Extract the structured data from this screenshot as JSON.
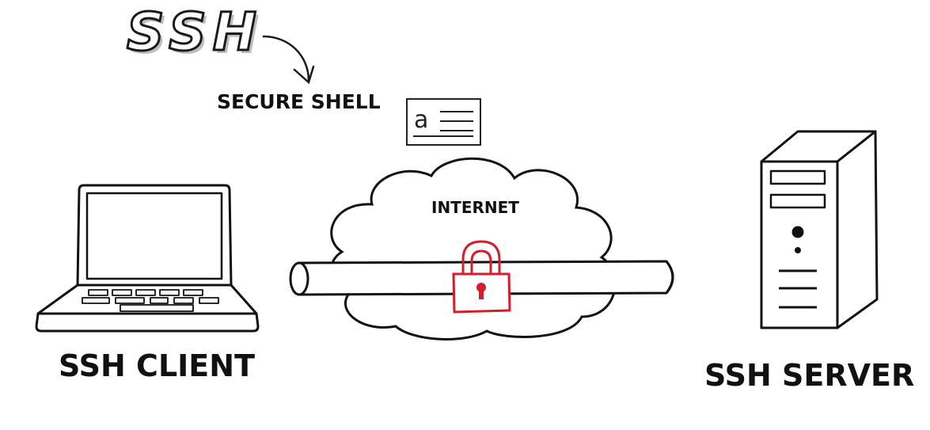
{
  "diagram": {
    "title_big": "SSH",
    "subtitle": "SECURE SHELL",
    "cloud_label": "INTERNET",
    "client_label": "SSH CLIENT",
    "server_label": "SSH SERVER",
    "card_glyph": "a"
  },
  "colors": {
    "ink": "#111111",
    "lock": "#d11f2e",
    "background": "#ffffff"
  },
  "icons": [
    "laptop-icon",
    "cloud-icon",
    "tunnel-pipe-icon",
    "padlock-icon",
    "server-tower-icon",
    "id-card-icon",
    "curved-arrow-icon"
  ]
}
